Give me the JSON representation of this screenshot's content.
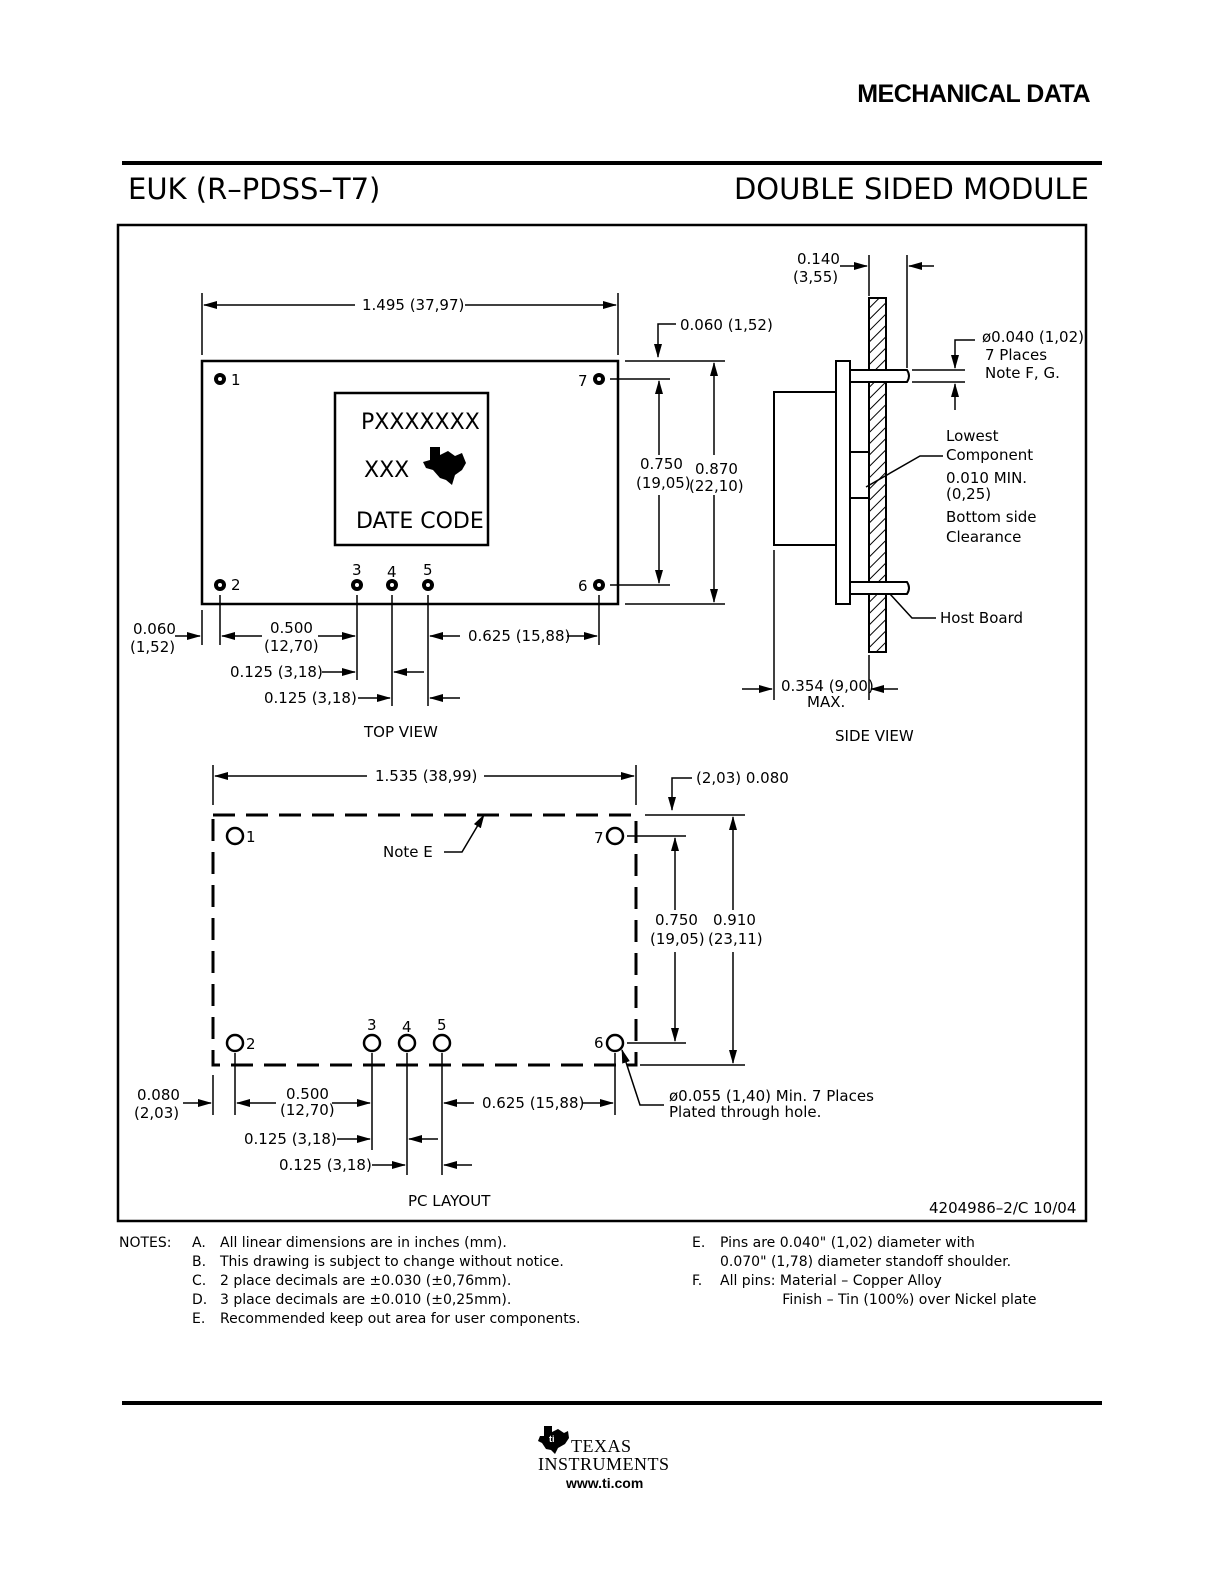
{
  "header": {
    "title": "MECHANICAL DATA"
  },
  "package": {
    "code": "EUK (R–PDSS–T7)",
    "type": "DOUBLE SIDED MODULE"
  },
  "top_view": {
    "label": "TOP VIEW",
    "marking_line1": "PXXXXXXX",
    "marking_line2": "XXX",
    "marking_line3": "DATE CODE",
    "pins": [
      "1",
      "2",
      "3",
      "4",
      "5",
      "6",
      "7"
    ],
    "dim_width": "1.495 (37,97)",
    "dim_pin_inset": "0.060 (1,52)",
    "dim_pin_span_a": "0.750",
    "dim_pin_span_b": "(19,05)",
    "dim_height_a": "0.870",
    "dim_height_b": "(22,10)",
    "dim_left_a": "0.060",
    "dim_left_b": "(1,52)",
    "dim_500_a": "0.500",
    "dim_500_b": "(12,70)",
    "dim_625": "0.625 (15,88)",
    "dim_125_a": "0.125 (3,18)",
    "dim_125_b": "0.125 (3,18)"
  },
  "side_view": {
    "label": "SIDE VIEW",
    "dim_140_a": "0.140",
    "dim_140_b": "(3,55)",
    "pin_dia_1": "ø0.040 (1,02)",
    "pin_dia_2": "7 Places",
    "pin_dia_3": "Note F, G.",
    "lowest_1": "Lowest",
    "lowest_2": "Component",
    "lowest_3": "0.010 MIN.",
    "lowest_4": "(0,25)",
    "lowest_5": "Bottom side",
    "lowest_6": "Clearance",
    "host_board": "Host Board",
    "dim_354": "0.354 (9,00)",
    "dim_max": "MAX."
  },
  "pc_layout": {
    "label": "PC LAYOUT",
    "pins": [
      "1",
      "2",
      "3",
      "4",
      "5",
      "6",
      "7"
    ],
    "dim_width": "1.535 (38,99)",
    "dim_inset": "(2,03) 0.080",
    "note_e": "Note E",
    "dim_span_a": "0.750",
    "dim_span_b": "(19,05)",
    "dim_height_a": "0.910",
    "dim_height_b": "(23,11)",
    "dim_left_a": "0.080",
    "dim_left_b": "(2,03)",
    "dim_500_a": "0.500",
    "dim_500_b": "(12,70)",
    "dim_625": "0.625 (15,88)",
    "dim_125_a": "0.125 (3,18)",
    "dim_125_b": "0.125 (3,18)",
    "hole_1": "ø0.055 (1,40) Min. 7 Places",
    "hole_2": "Plated through hole."
  },
  "drawing_number": "4204986–2/C 10/04",
  "notes": {
    "label": "NOTES:",
    "left": [
      {
        "letter": "A.",
        "text": "All linear dimensions are in inches (mm)."
      },
      {
        "letter": "B.",
        "text": "This drawing is subject to change without notice."
      },
      {
        "letter": "C.",
        "text": "2 place decimals are ±0.030 (±0,76mm)."
      },
      {
        "letter": "D.",
        "text": "3 place decimals are ±0.010 (±0,25mm)."
      },
      {
        "letter": "E.",
        "text": "Recommended keep out area for user components."
      }
    ],
    "right": [
      {
        "letter": "E.",
        "text": "Pins  are 0.040\" (1,02) diameter with"
      },
      {
        "letter": "",
        "text": "0.070\" (1,78) diameter standoff shoulder."
      },
      {
        "letter": "F.",
        "text": "All pins: Material – Copper Alloy"
      },
      {
        "letter": "",
        "text": "              Finish – Tin (100%) over Nickel plate"
      }
    ]
  },
  "footer": {
    "brand_line1": "TEXAS",
    "brand_line2": "INSTRUMENTS",
    "url": "www.ti.com"
  }
}
